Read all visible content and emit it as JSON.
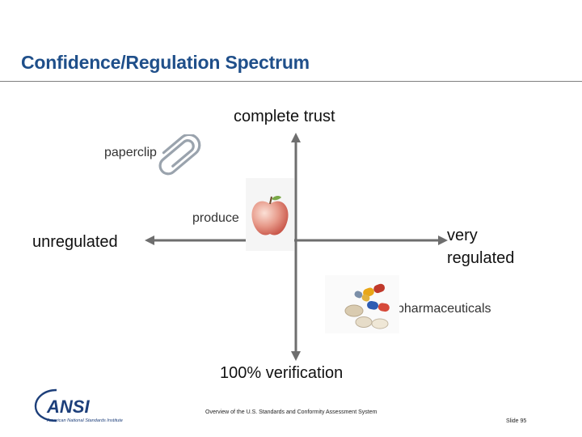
{
  "slide": {
    "title": "Confidence/Regulation Spectrum"
  },
  "axes": {
    "top_label": "complete trust",
    "bottom_label": "100% verification",
    "left_label": "unregulated",
    "right_label": "very regulated"
  },
  "items": {
    "paperclip": "paperclip",
    "produce": "produce",
    "pharmaceuticals": "pharmaceuticals"
  },
  "footer": {
    "logo_text": "ANSI",
    "logo_subtext": "American National Standards Institute",
    "caption": "Overview of the U.S. Standards and Conformity Assessment System",
    "slide_number": "Slide 95"
  },
  "colors": {
    "title": "#1f4f8a",
    "axis": "#6e6e6e",
    "logo": "#1d3f7a"
  },
  "icons": [
    "paperclip-icon",
    "apple-icon",
    "pills-icon",
    "ansi-logo"
  ]
}
